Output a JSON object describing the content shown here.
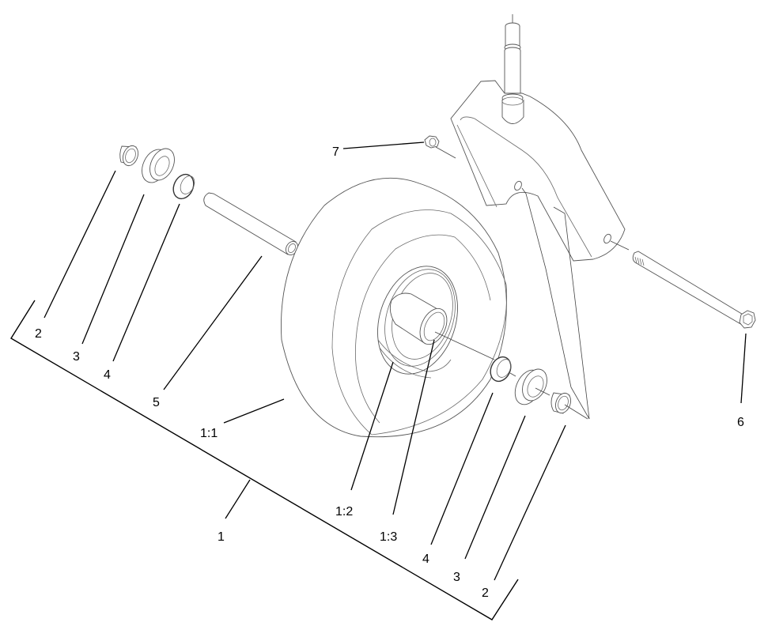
{
  "diagram": {
    "type": "exploded-parts-view",
    "subject": "caster wheel assembly",
    "background": "#ffffff",
    "line_color": "#000000"
  },
  "callouts": {
    "assembly": "1",
    "tire": "1:1",
    "wheel_rim": "1:2",
    "hub_bearing": "1:3",
    "spacer_left": "2",
    "seal_left": "3",
    "bearing_cone_left": "4",
    "axle_spacer_tube": "5",
    "bolt": "6",
    "nut": "7",
    "bearing_cone_right": "4",
    "seal_right": "3",
    "spacer_right": "2"
  }
}
